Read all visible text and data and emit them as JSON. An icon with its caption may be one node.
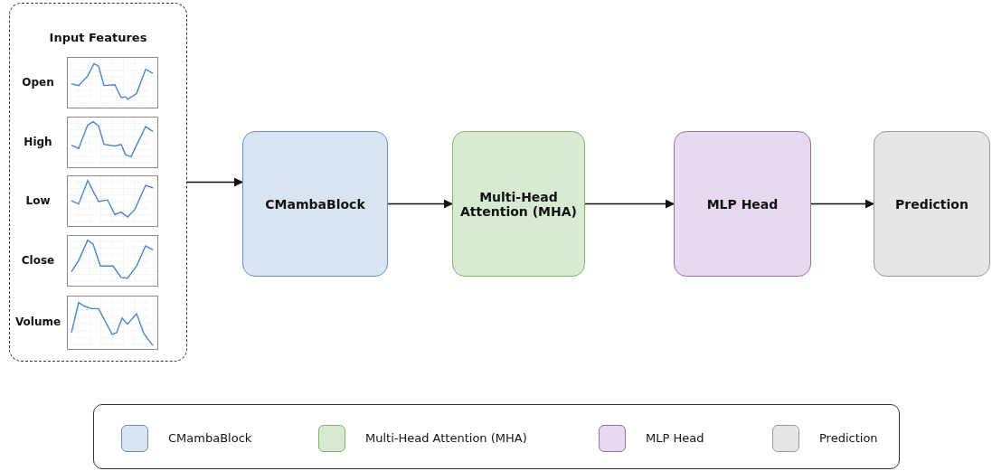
{
  "diagram": {
    "nodes": [
      {
        "text": [
          "Input Features"
        ]
      },
      {
        "text": [
          "Open"
        ],
        "in": 0
      },
      {
        "text": [
          "High"
        ],
        "in": 0
      },
      {
        "text": [
          "Low"
        ],
        "in": 0
      },
      {
        "text": [
          "Close"
        ],
        "in": 0
      },
      {
        "text": [
          "Volume"
        ],
        "in": 0
      },
      {
        "text": [
          "CMambaBlock"
        ]
      },
      {
        "text": [
          "Multi-Head Attention (MHA)"
        ]
      },
      {
        "text": [
          "MLP Head"
        ]
      },
      {
        "text": [
          "Prediction"
        ]
      }
    ],
    "edges": [
      {
        "from": 0,
        "to": 6,
        "arrow": "to"
      },
      {
        "from": 6,
        "to": 7,
        "arrow": "to"
      },
      {
        "from": 7,
        "to": 8,
        "arrow": "to"
      },
      {
        "from": 8,
        "to": 9,
        "arrow": "to"
      }
    ],
    "legend": [
      {
        "text": "CMambaBlock",
        "color": "#dae5f4"
      },
      {
        "text": "Multi-Head Attention (MHA)",
        "color": "#d9ead3"
      },
      {
        "text": "MLP Head",
        "color": "#e6d9f0"
      },
      {
        "text": "Prediction",
        "color": "#e6e6e6"
      }
    ]
  }
}
